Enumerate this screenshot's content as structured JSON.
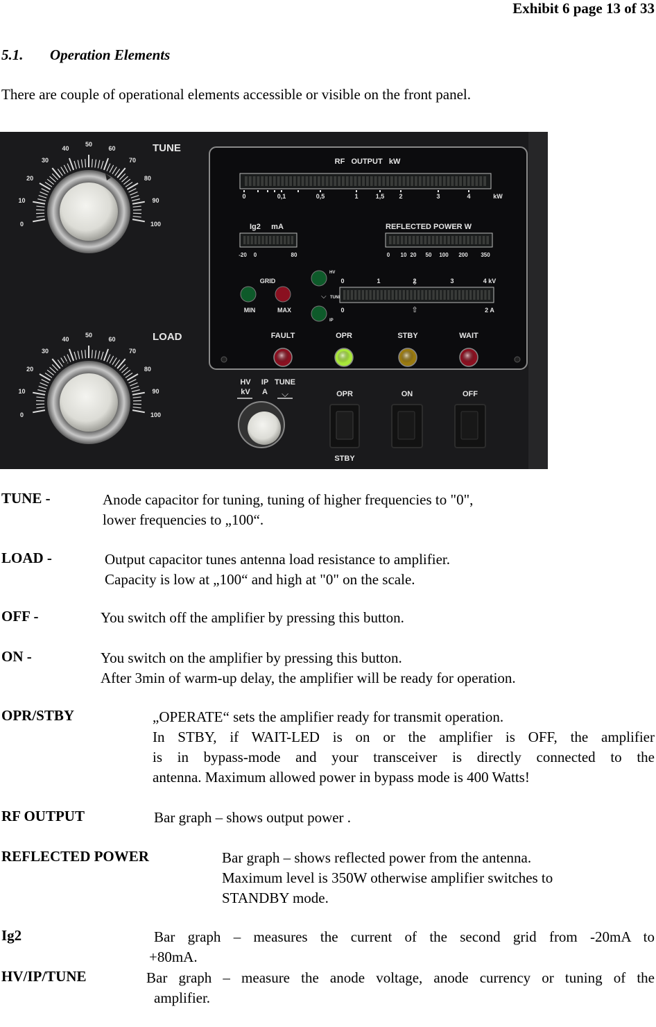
{
  "header": "Exhibit 6 page 13 of 33",
  "section": {
    "number": "5.1.",
    "title": "Operation Elements"
  },
  "intro": "There are couple of operational elements accessible or visible  on the front panel.",
  "panel": {
    "tune_label": "TUNE",
    "load_label": "LOAD",
    "dial_scale": [
      "0",
      "10",
      "20",
      "30",
      "40",
      "50",
      "60",
      "70",
      "80",
      "90",
      "100"
    ],
    "rf_output_title": "RF   OUTPUT   kW",
    "rf_scale": [
      "0",
      "0,1",
      "0,5",
      "1",
      "1,5",
      "2",
      "3",
      "4",
      "kW"
    ],
    "ig2_title": "Ig2     mA",
    "ig2_scale": [
      "-20",
      "0",
      "80"
    ],
    "refl_title": "REFLECTED POWER W",
    "refl_scale": [
      "0",
      "10",
      "20",
      "50",
      "100",
      "200",
      "350"
    ],
    "grid_title": "GRID",
    "grid_min": "MIN",
    "grid_max": "MAX",
    "hv_led": "HV",
    "tune_led": "TUNE",
    "ip_led": "IP",
    "kv_scale": [
      "0",
      "1",
      "2",
      "3",
      "4 kV"
    ],
    "a_scale": [
      "0",
      "2 A"
    ],
    "leds": [
      "FAULT",
      "OPR",
      "STBY",
      "WAIT"
    ],
    "selector": {
      "hv": "HV",
      "kv": "kV",
      "ip": "IP",
      "a": "A",
      "tune": "TUNE"
    },
    "switches": {
      "opr": "OPR",
      "stby": "STBY",
      "on": "ON",
      "off": "OFF"
    },
    "colors": {
      "panel": "#0c0c0e",
      "label": "#e6e6e6",
      "led_green_on": "#a8e63a",
      "led_red": "#8a1020",
      "led_amber": "#9a7a10",
      "led_green_off": "#0e5a2a"
    }
  },
  "items": [
    {
      "term": "TUNE -",
      "lines": [
        "Anode capacitor for tuning, tuning of higher frequencies to \"0\",",
        "lower frequencies to „100“."
      ]
    },
    {
      "term": "LOAD -",
      "lines": [
        "Output capacitor tunes antenna load resistance to amplifier.",
        "Capacity is low at „100“ and high at \"0\" on the scale."
      ]
    },
    {
      "term": "OFF -",
      "lines": [
        "You switch off the amplifier by pressing this button."
      ]
    },
    {
      "term": "ON -",
      "lines": [
        "You switch on the amplifier by pressing this button.",
        "After 3min of warm-up delay, the amplifier will be ready for operation."
      ]
    },
    {
      "term": "OPR/STBY",
      "lines": [
        "„OPERATE“  sets the amplifier ready for transmit operation.",
        "In STBY, if WAIT-LED is on or the amplifier is OFF,  the amplifier",
        "is  in  bypass-mode  and  your  transceiver  is  directly  connected  to  the",
        "antenna. Maximum allowed   power in bypass mode is 400 Watts!"
      ]
    },
    {
      "term": "RF OUTPUT",
      "lines": [
        "Bar graph – shows output power ."
      ]
    },
    {
      "term": "REFLECTED POWER",
      "lines": [
        "Bar graph –  shows reflected power from the antenna.",
        "Maximum level is 350W  otherwise  amplifier switches to",
        "STANDBY mode."
      ]
    },
    {
      "term": "Ig2",
      "lines": [
        "Bar graph – measures the current of the second grid  from  -20mA       to",
        "+80mA."
      ]
    },
    {
      "term": "HV/IP/TUNE",
      "lines": [
        "Bar graph – measure the anode voltage, anode currency or tuning of the",
        "amplifier."
      ]
    }
  ]
}
